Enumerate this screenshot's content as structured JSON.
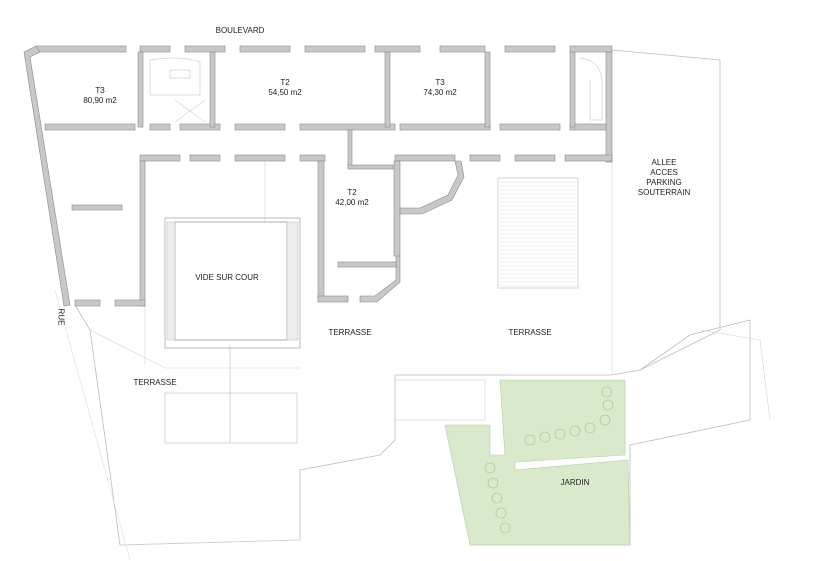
{
  "title": "Plan de niveau",
  "street_north": "BOULEVARD",
  "street_west": "RUE",
  "apartments": [
    {
      "type": "T3",
      "area": "80,90 m2"
    },
    {
      "type": "T2",
      "area": "54,50 m2"
    },
    {
      "type": "T3",
      "area": "74,30 m2"
    },
    {
      "type": "T2",
      "area": "42,00 m2"
    }
  ],
  "courtyard": "VIDE SUR COUR",
  "terraces": [
    "TERRASSE",
    "TERRASSE",
    "TERRASSE"
  ],
  "garden": "JARDIN",
  "parking": [
    "ALLEE",
    "ACCES",
    "PARKING",
    "SOUTERRAIN"
  ],
  "colors": {
    "wall": "#c8c8c8",
    "garden": "#d9e9cc",
    "line": "#bdbdbd"
  }
}
